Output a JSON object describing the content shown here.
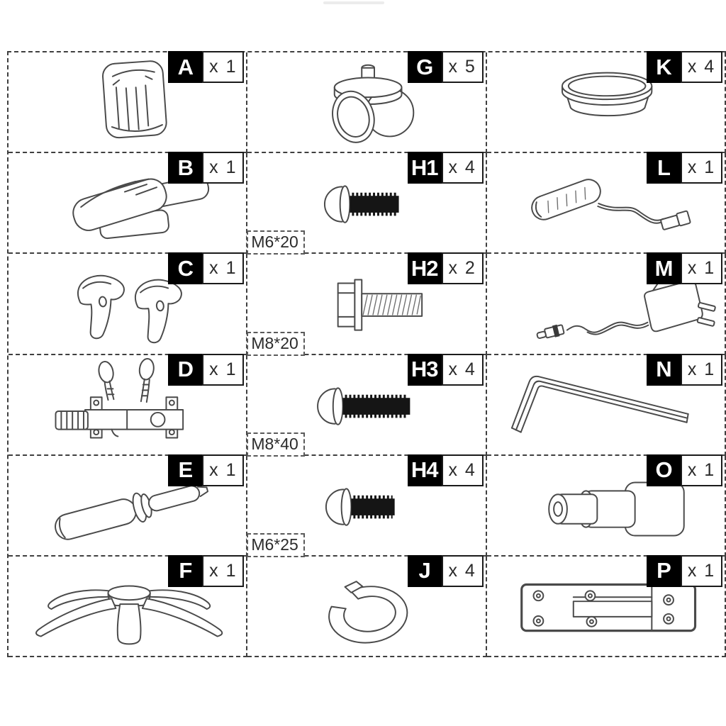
{
  "page": {
    "background": "#ffffff",
    "border_color": "#3f3f3f",
    "label_bg": "#000000",
    "label_fg": "#ffffff",
    "quantity_text_color": "#2b2b2b"
  },
  "parts": {
    "cells": [
      {
        "id": "A",
        "qty": "x 1",
        "part_icon": "backrest-cushion-drawing"
      },
      {
        "id": "G",
        "qty": "x 5",
        "part_icon": "caster-wheel-drawing"
      },
      {
        "id": "K",
        "qty": "x 4",
        "part_icon": "round-cover-cap-drawing"
      },
      {
        "id": "B",
        "qty": "x 1",
        "part_icon": "seat-cushion-drawing"
      },
      {
        "id": "H1",
        "qty": "x 4",
        "part_icon": "pan-head-screw-drawing",
        "size": "M6*20"
      },
      {
        "id": "L",
        "qty": "x 1",
        "part_icon": "light-with-cable-drawing"
      },
      {
        "id": "C",
        "qty": "x 1",
        "part_icon": "armrest-pair-drawing"
      },
      {
        "id": "H2",
        "qty": "x 2",
        "part_icon": "hex-bolt-drawing",
        "size": "M8*20"
      },
      {
        "id": "M",
        "qty": "x 1",
        "part_icon": "power-adapter-drawing"
      },
      {
        "id": "D",
        "qty": "x 1",
        "part_icon": "tilt-mechanism-drawing"
      },
      {
        "id": "H3",
        "qty": "x 4",
        "part_icon": "pan-head-screw-drawing",
        "size": "M8*40"
      },
      {
        "id": "N",
        "qty": "x 1",
        "part_icon": "allen-key-drawing"
      },
      {
        "id": "E",
        "qty": "x 1",
        "part_icon": "gas-lift-cylinder-drawing"
      },
      {
        "id": "H4",
        "qty": "x 4",
        "part_icon": "pan-head-screw-drawing",
        "size": "M6*25"
      },
      {
        "id": "O",
        "qty": "x 1",
        "part_icon": "telescopic-tube-set-drawing"
      },
      {
        "id": "F",
        "qty": "x 1",
        "part_icon": "star-base-drawing"
      },
      {
        "id": "J",
        "qty": "x 4",
        "part_icon": "lock-washer-ring-drawing"
      },
      {
        "id": "P",
        "qty": "x 1",
        "part_icon": "mounting-plate-drawing"
      }
    ]
  }
}
